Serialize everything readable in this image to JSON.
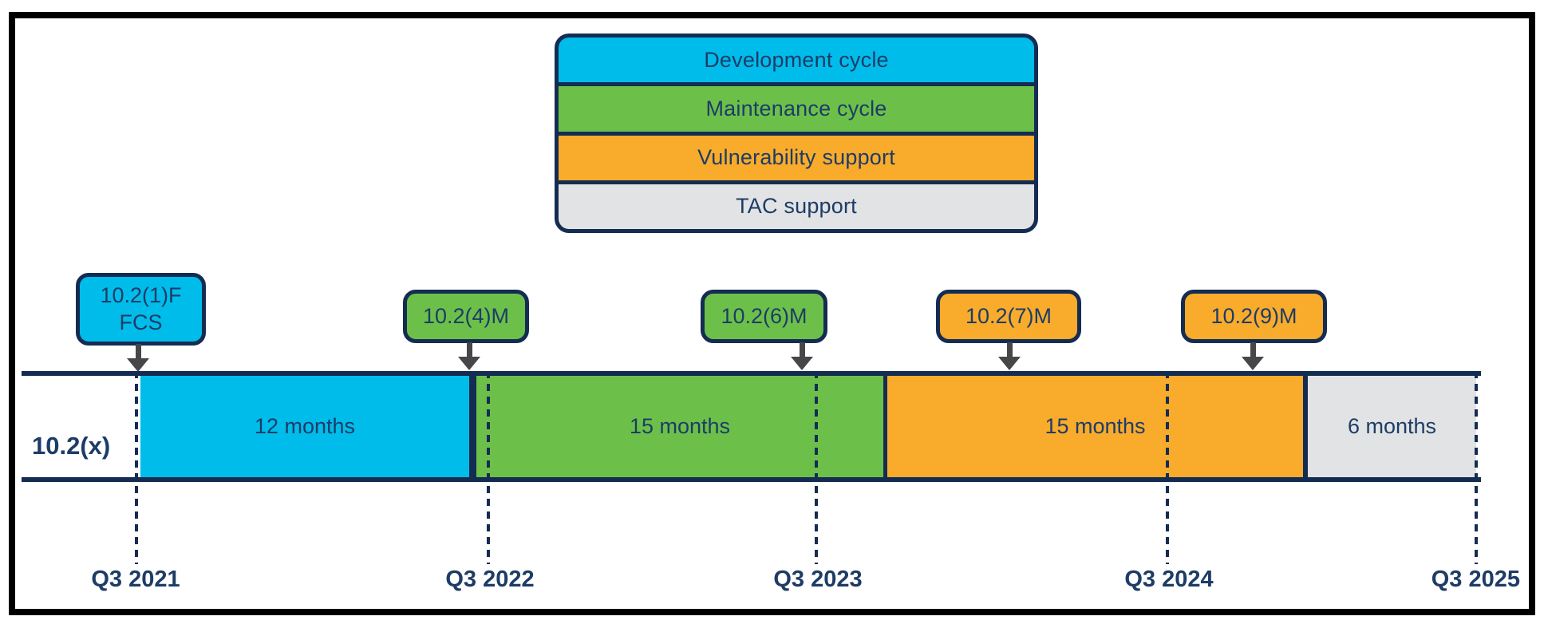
{
  "colors": {
    "development": "#00bceb",
    "maintenance": "#6cc04a",
    "vulnerability": "#f9ab2c",
    "tac": "#e2e3e4",
    "navy": "#152c52",
    "text": "#1d3c66",
    "arrow": "#474749"
  },
  "legend": {
    "items": [
      {
        "label": "Development cycle",
        "color": "#00bceb"
      },
      {
        "label": "Maintenance cycle",
        "color": "#6cc04a"
      },
      {
        "label": "Vulnerability support",
        "color": "#f9ab2c"
      },
      {
        "label": "TAC support",
        "color": "#e2e3e4"
      }
    ]
  },
  "timeline": {
    "row_label": "10.2(x)",
    "segments": [
      {
        "label": "12 months",
        "duration_months": 12,
        "color": "#00bceb"
      },
      {
        "label": "15 months",
        "duration_months": 15,
        "color": "#6cc04a"
      },
      {
        "label": "15 months",
        "duration_months": 15,
        "color": "#f9ab2c"
      },
      {
        "label": "6 months",
        "duration_months": 6,
        "color": "#e2e3e4"
      }
    ],
    "milestones": [
      {
        "label": "10.2(1)F",
        "sublabel": "FCS",
        "color": "#00bceb"
      },
      {
        "label": "10.2(4)M",
        "color": "#6cc04a"
      },
      {
        "label": "10.2(6)M",
        "color": "#6cc04a"
      },
      {
        "label": "10.2(7)M",
        "color": "#f9ab2c"
      },
      {
        "label": "10.2(9)M",
        "color": "#f9ab2c"
      }
    ],
    "axis_ticks": [
      "Q3 2021",
      "Q3 2022",
      "Q3 2023",
      "Q3 2024",
      "Q3 2025"
    ]
  }
}
